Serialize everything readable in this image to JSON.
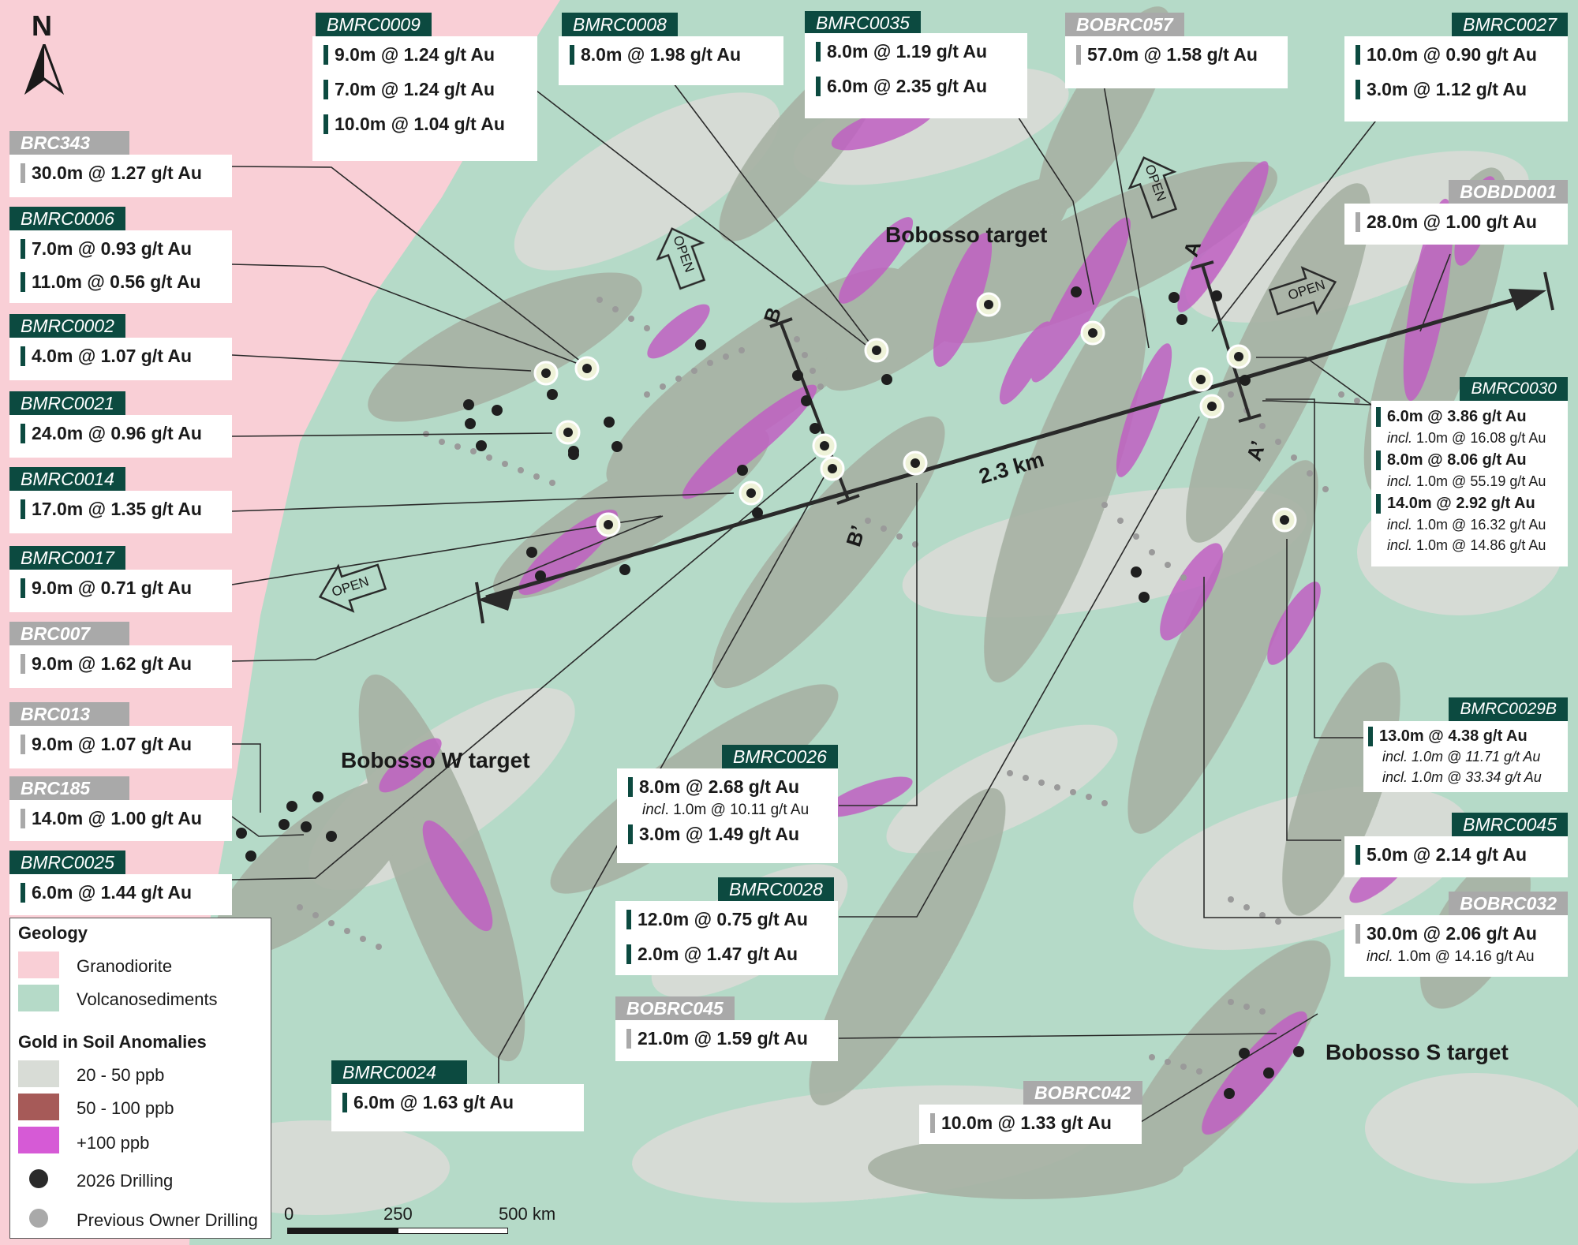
{
  "map": {
    "geology_colors": {
      "granodiorite": "#f9cfd6",
      "volcanosediments": "#b5dac8"
    },
    "anomaly_colors": {
      "ppb_20_50": "#d8dcd6",
      "ppb_50_100": "#a65a58",
      "ppb_100_plus": "#c05fc2",
      "gray_band": "#a7b2a4"
    }
  },
  "north": {
    "label": "N"
  },
  "targets": {
    "bobosso": "Bobosso target",
    "bobosso_w": "Bobosso W target",
    "bobosso_s": "Bobosso S target"
  },
  "trend": {
    "distance_label": "2.3 km",
    "open_label": "OPEN"
  },
  "sections": {
    "a": "A",
    "a_prime": "A’",
    "b": "B",
    "b_prime": "B’"
  },
  "callouts": {
    "BMRC0009": {
      "id": "BMRC0009",
      "lines": [
        "9.0m @ 1.24 g/t Au",
        "7.0m @ 1.24 g/t Au",
        "10.0m @ 1.04 g/t Au"
      ]
    },
    "BMRC0008": {
      "id": "BMRC0008",
      "lines": [
        "8.0m @ 1.98 g/t Au"
      ]
    },
    "BMRC0035": {
      "id": "BMRC0035",
      "lines": [
        "8.0m @ 1.19 g/t Au",
        "6.0m @ 2.35 g/t Au"
      ]
    },
    "BOBRC057": {
      "id": "BOBRC057",
      "lines": [
        "57.0m @ 1.58 g/t Au"
      ]
    },
    "BMRC0027": {
      "id": "BMRC0027",
      "lines": [
        "10.0m @ 0.90 g/t Au",
        "3.0m @ 1.12 g/t Au"
      ]
    },
    "BRC343": {
      "id": "BRC343",
      "lines": [
        "30.0m @ 1.27 g/t Au"
      ]
    },
    "BMRC0006": {
      "id": "BMRC0006",
      "lines": [
        "7.0m @ 0.93 g/t Au",
        "11.0m @ 0.56 g/t Au"
      ]
    },
    "BMRC0002": {
      "id": "BMRC0002",
      "lines": [
        "4.0m @ 1.07 g/t Au"
      ]
    },
    "BMRC0021": {
      "id": "BMRC0021",
      "lines": [
        "24.0m @ 0.96 g/t Au"
      ]
    },
    "BMRC0014": {
      "id": "BMRC0014",
      "lines": [
        "17.0m @ 1.35 g/t Au"
      ]
    },
    "BMRC0017": {
      "id": "BMRC0017",
      "lines": [
        "9.0m @ 0.71 g/t Au"
      ]
    },
    "BRC007": {
      "id": "BRC007",
      "lines": [
        "9.0m @ 1.62 g/t Au"
      ]
    },
    "BRC013": {
      "id": "BRC013",
      "lines": [
        "9.0m @ 1.07 g/t Au"
      ]
    },
    "BRC185": {
      "id": "BRC185",
      "lines": [
        "14.0m @ 1.00 g/t Au"
      ]
    },
    "BMRC0025": {
      "id": "BMRC0025",
      "lines": [
        "6.0m @ 1.44 g/t Au"
      ]
    },
    "BOBDD001": {
      "id": "BOBDD001",
      "lines": [
        "28.0m @ 1.00 g/t Au"
      ]
    },
    "BMRC0030": {
      "id": "BMRC0030",
      "l1": "6.0m @ 3.86 g/t Au",
      "i1": "1.0m @ 16.08 g/t Au",
      "l2": "8.0m @ 8.06 g/t Au",
      "i2": "1.0m @ 55.19 g/t Au",
      "l3": "14.0m @ 2.92 g/t Au",
      "i3": "1.0m @ 16.32 g/t Au",
      "i4": "1.0m @ 14.86 g/t Au",
      "incl": "incl."
    },
    "BMRC0029B": {
      "id": "BMRC0029B",
      "l1": "13.0m @ 4.38 g/t Au",
      "i1": "incl. 1.0m @ 11.71 g/t Au",
      "i2": "incl. 1.0m @ 33.34 g/t Au"
    },
    "BMRC0045": {
      "id": "BMRC0045",
      "lines": [
        "5.0m @ 2.14 g/t Au"
      ]
    },
    "BOBRC032": {
      "id": "BOBRC032",
      "l1": "30.0m @ 2.06 g/t Au",
      "incl": "incl.",
      "i1": "1.0m @ 14.16 g/t Au"
    },
    "BMRC0026": {
      "id": "BMRC0026",
      "l1": "8.0m @ 2.68 g/t Au",
      "incl": "incl",
      "i1": ". 1.0m @ 10.11 g/t Au",
      "l2": "3.0m @ 1.49 g/t Au"
    },
    "BMRC0028": {
      "id": "BMRC0028",
      "lines": [
        "12.0m @ 0.75 g/t Au",
        "2.0m @ 1.47 g/t Au"
      ]
    },
    "BOBRC045": {
      "id": "BOBRC045",
      "lines": [
        "21.0m @ 1.59 g/t Au"
      ]
    },
    "BMRC0024": {
      "id": "BMRC0024",
      "lines": [
        "6.0m @ 1.63 g/t Au"
      ]
    },
    "BOBRC042": {
      "id": "BOBRC042",
      "lines": [
        "10.0m @ 1.33 g/t Au"
      ]
    }
  },
  "legend": {
    "geology_title": "Geology",
    "granodiorite": "Granodiorite",
    "volcanosediments": "Volcanosediments",
    "anomaly_title": "Gold in Soil Anomalies",
    "ppb_20_50": "20 - 50 ppb",
    "ppb_50_100": "50 - 100 ppb",
    "ppb_100_plus": "+100 ppb",
    "drilling_2026": "2026 Drilling",
    "previous_drilling": "Previous Owner Drilling"
  },
  "scale": {
    "tick0": "0",
    "tick1": "250",
    "tick2": "500 km"
  }
}
